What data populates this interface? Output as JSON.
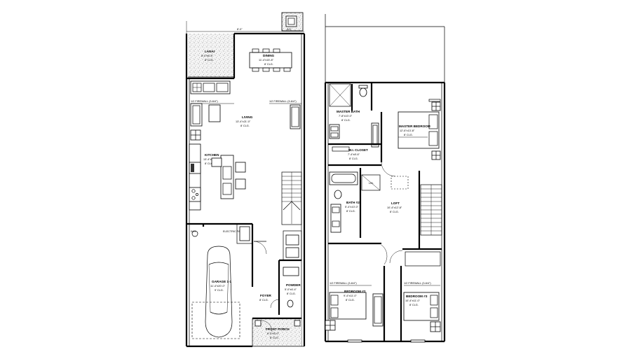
{
  "ground_floor": {
    "lanai": {
      "name": "LANAI",
      "dims": "8'-0\"x8'-4\"",
      "clg": "8' CLG."
    },
    "dining": {
      "name": "DINING",
      "dims": "11'-4\"x15'-8\"",
      "clg": "8' CLG."
    },
    "living": {
      "name": "LIVING",
      "dims": "13'-4\"x21'-0\"",
      "clg": "8' CLG."
    },
    "kitchen": {
      "name": "KITCHEN",
      "dims": "13'-4\"x11'-0\"",
      "clg": "8' CLG."
    },
    "garage": {
      "name": "GARAGE 1-1",
      "dims": "11'-4\"x20'-0\"",
      "clg": "9' CLG."
    },
    "foyer": {
      "name": "FOYER",
      "clg": "8' CLG."
    },
    "powder": {
      "name": "POWDER",
      "dims": "5'-0\"x6'-4\"",
      "clg": "8' CLG."
    },
    "front_porch": {
      "name": "FRONT PORCH",
      "dims": "8'-0\"x5'-0\"",
      "clg": "8' CLG."
    },
    "firewall_left": "1/2 FIREWALL (3-6/4\")",
    "firewall_right": "1/2 FIREWALL (3-6/4\")",
    "electric_panel": "ELECTRIC PANEL",
    "wh": "W.H.",
    "ac": "A/C",
    "dimension_top": "8'-0\""
  },
  "upper_floor": {
    "master_bath": {
      "name": "MASTER BATH",
      "dims": "7'-8\"x10'-0\"",
      "clg": "8' CLG."
    },
    "master_bedroom": {
      "name": "MASTER BEDROOM",
      "dims": "12'-6\"x13'-8\"",
      "clg": "8' CLG."
    },
    "wi_closet": {
      "name": "W.I. CLOSET",
      "dims": "7'-4\"x8'-6\"",
      "clg": "8' CLG."
    },
    "bath_2": {
      "name": "BATH #2",
      "dims": "5'-4\"x10'-0\"",
      "clg": "8' CLG."
    },
    "loft": {
      "name": "LOFT",
      "dims": "10'-4\"x12'-8\"",
      "clg": "8' CLG."
    },
    "bedroom_2": {
      "name": "BEDROOM #2",
      "dims": "9'-4\"x11'-0\"",
      "clg": "8' CLG."
    },
    "bedroom_3": {
      "name": "BEDROOM #3",
      "dims": "10'-4\"x11'-0\"",
      "clg": "8' CLG."
    },
    "firewall_left": "1/2 FIREWALL (3-6/4\")",
    "firewall_right": "1/2 FIREWALL (3-6/4\")",
    "linen": "LIN."
  }
}
